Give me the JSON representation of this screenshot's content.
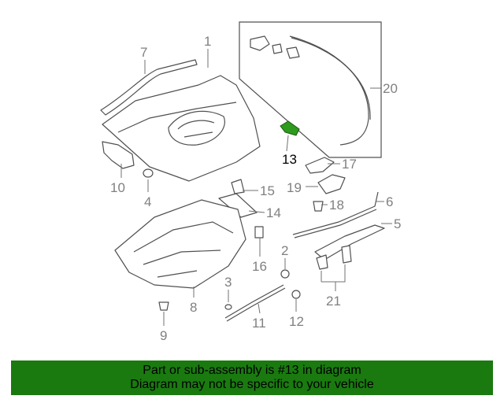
{
  "callouts": {
    "n1": "1",
    "n2": "2",
    "n3": "3",
    "n4": "4",
    "n5": "5",
    "n6": "6",
    "n7": "7",
    "n8": "8",
    "n9": "9",
    "n10": "10",
    "n11": "11",
    "n12": "12",
    "n13": "13",
    "n14": "14",
    "n15": "15",
    "n16": "16",
    "n17": "17",
    "n18": "18",
    "n19": "19",
    "n20": "20",
    "n21": "21"
  },
  "highlight": {
    "part": "13",
    "color": "#2e9a1e"
  },
  "footer": {
    "line1": "Part or sub-assembly is #13 in diagram",
    "line2": "Diagram may not be specific to your vehicle",
    "background": "#1a7a10"
  }
}
